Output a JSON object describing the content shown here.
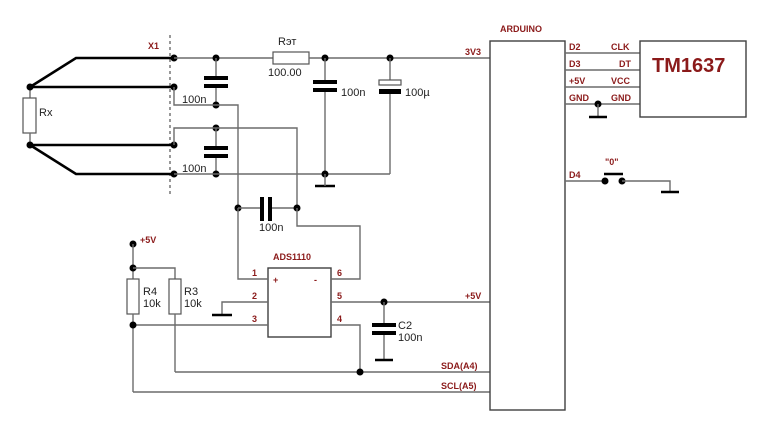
{
  "diagram": {
    "title": "Rx measurement circuit with ADS1110, Arduino and TM1637",
    "connector": {
      "label": "X1"
    },
    "components": {
      "rx": {
        "label": "Rx"
      },
      "r_ref": {
        "label": "Rэт",
        "value": "100.00"
      },
      "c_in1": {
        "value": "100n"
      },
      "c_in2": {
        "value": "100n"
      },
      "c_bypass": {
        "value": "100n"
      },
      "c_elec": {
        "value": "100µ"
      },
      "c_diff": {
        "value": "100n"
      },
      "c2": {
        "label": "C2",
        "value": "100n"
      },
      "r4": {
        "label": "R4",
        "value": "10k"
      },
      "r3": {
        "label": "R3",
        "value": "10k"
      },
      "supply_5v": {
        "label": "+5V"
      },
      "button": {
        "label": "\"0\""
      }
    },
    "adc": {
      "label": "ADS1110",
      "pins": [
        "1",
        "2",
        "3",
        "4",
        "5",
        "6"
      ],
      "plus": "+",
      "minus": "-"
    },
    "arduino": {
      "label": "ARDUINO",
      "left_pins": [
        "3V3",
        "+5V",
        "SDA(A4)",
        "SCL(A5)"
      ],
      "right_pins": [
        "D2",
        "D3",
        "+5V",
        "GND",
        "D4"
      ]
    },
    "display": {
      "label": "TM1637",
      "pins": [
        "CLK",
        "DT",
        "VCC",
        "GND"
      ]
    },
    "colors": {
      "label_red": "#8b1a1a",
      "wire": "#6b6b6b",
      "bold_wire": "#000000"
    }
  }
}
